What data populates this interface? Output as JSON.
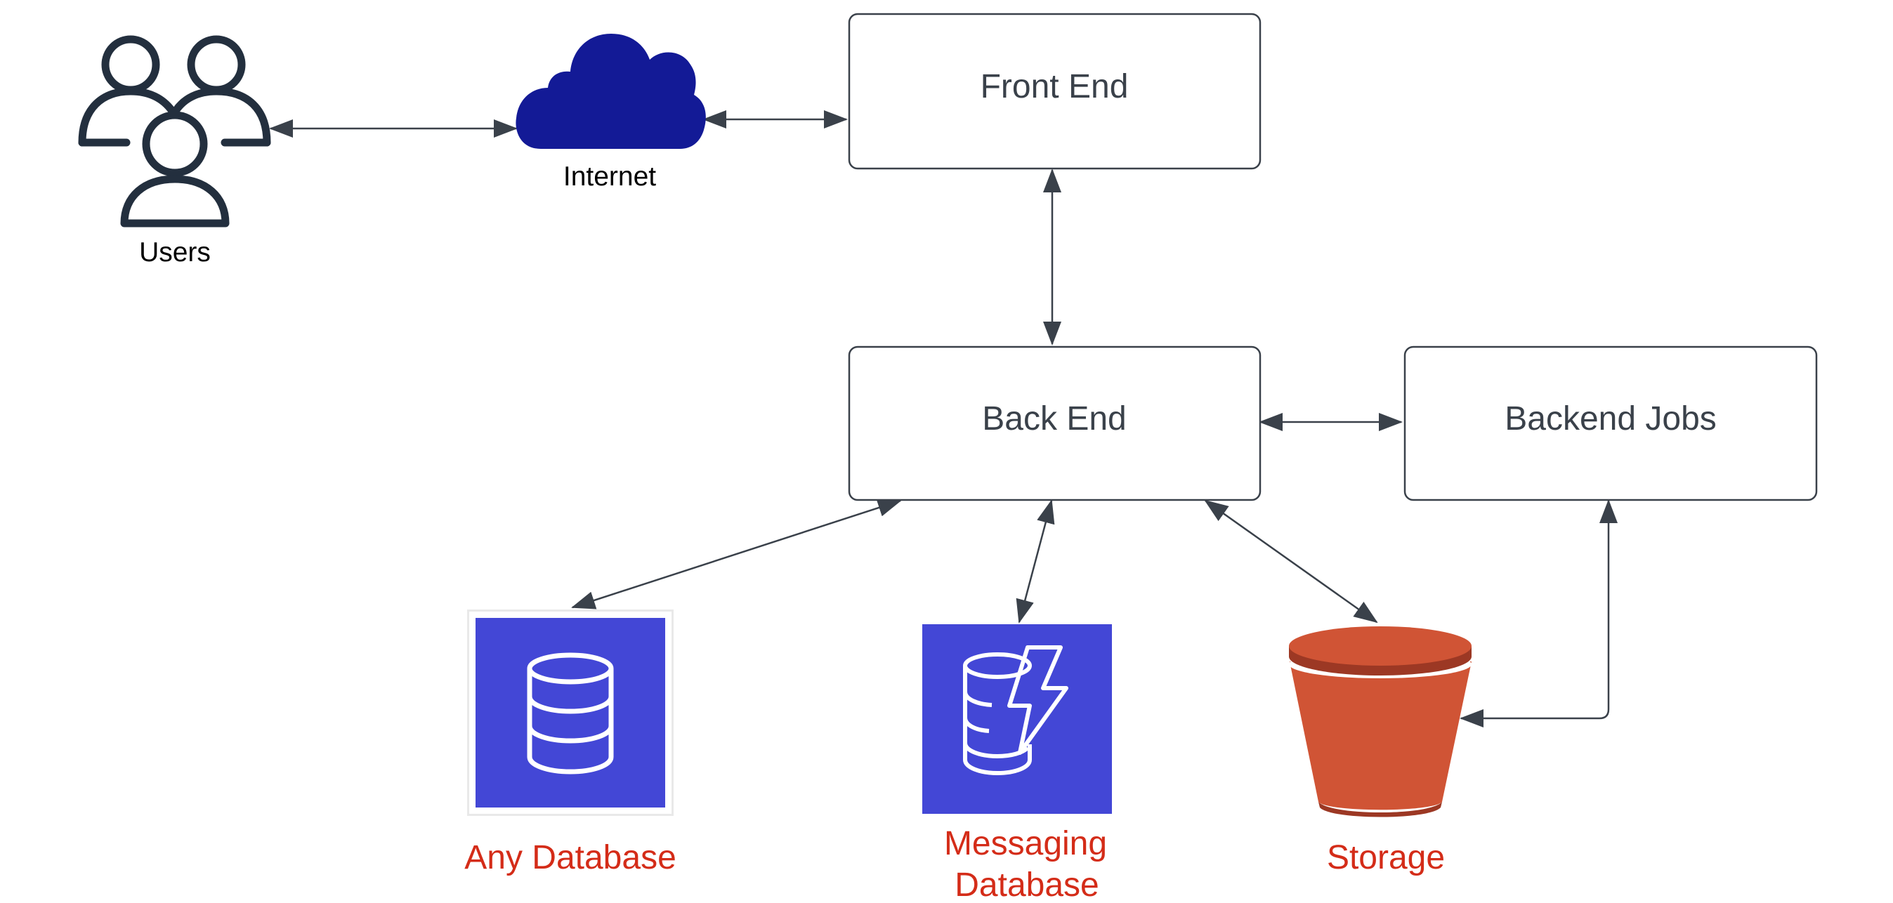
{
  "colors": {
    "connector": "#3a414a",
    "box_border": "#3a414a",
    "text_dark": "#3a414a",
    "user_icon": "#232f3e",
    "cloud": "#131a96",
    "database_tile": "#4347d6",
    "storage_bucket": "#d05435",
    "storage_bucket_dark": "#9c3824",
    "service_label": "#d42c18"
  },
  "nodes": {
    "users": {
      "label": "Users",
      "icon": "users-icon"
    },
    "internet": {
      "label": "Internet",
      "icon": "cloud-icon"
    },
    "front_end": {
      "label": "Front End"
    },
    "back_end": {
      "label": "Back End"
    },
    "backend_jobs": {
      "label": "Backend Jobs"
    },
    "any_database": {
      "label": "Any Database",
      "icon": "database-icon"
    },
    "messaging_database": {
      "line1": "Messaging",
      "line2": "Database",
      "icon": "dynamodb-icon"
    },
    "storage": {
      "label": "Storage",
      "icon": "bucket-icon"
    }
  },
  "connections": [
    {
      "from": "users",
      "to": "internet",
      "direction": "both"
    },
    {
      "from": "internet",
      "to": "front_end",
      "direction": "both"
    },
    {
      "from": "front_end",
      "to": "back_end",
      "direction": "both"
    },
    {
      "from": "back_end",
      "to": "backend_jobs",
      "direction": "both"
    },
    {
      "from": "back_end",
      "to": "any_database",
      "direction": "both"
    },
    {
      "from": "back_end",
      "to": "messaging_database",
      "direction": "both"
    },
    {
      "from": "back_end",
      "to": "storage",
      "direction": "both"
    },
    {
      "from": "backend_jobs",
      "to": "storage",
      "direction": "both"
    }
  ]
}
